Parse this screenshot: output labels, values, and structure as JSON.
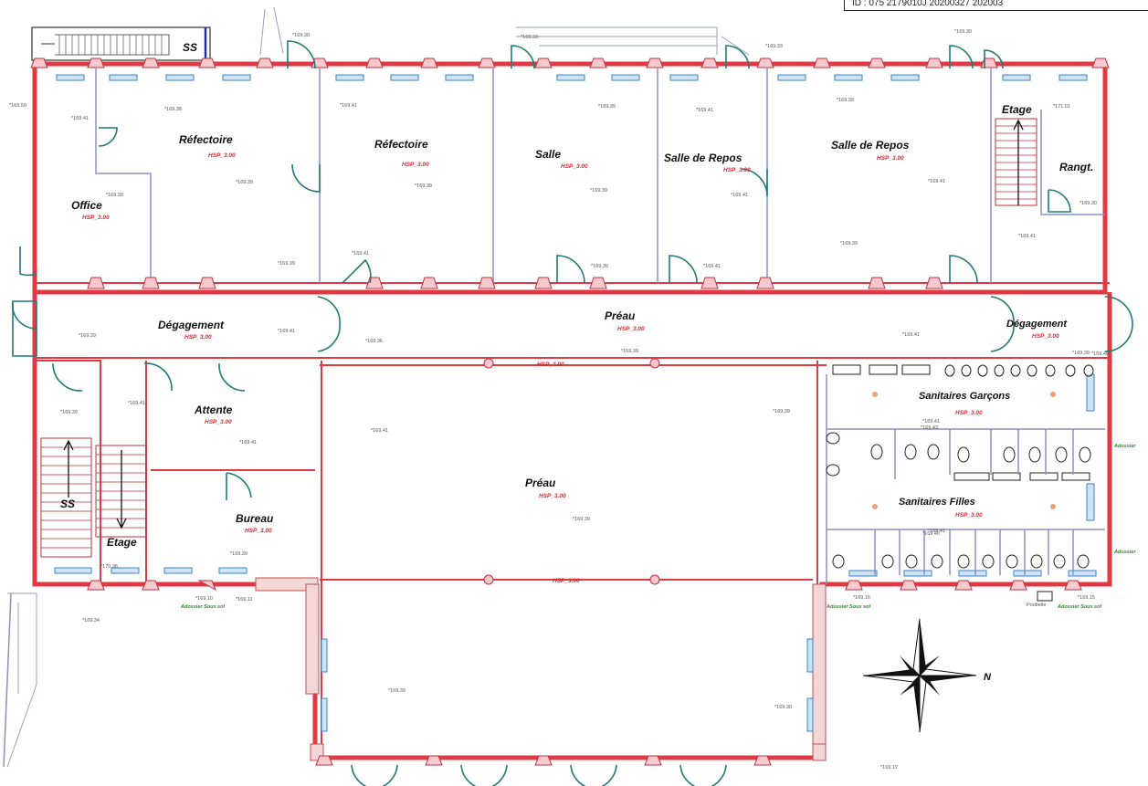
{
  "header_id": "ID : 075 2179010J  20200327  202003",
  "rooms": {
    "refectoire_1": "Réfectoire",
    "refectoire_2": "Réfectoire",
    "salle": "Salle",
    "salle_repos_1": "Salle de Repos",
    "salle_repos_2": "Salle de Repos",
    "office": "Office",
    "etage_top": "Etage",
    "rangt": "Rangt.",
    "degagement_left": "Dégagement",
    "degagement_right": "Dégagement",
    "preau_top": "Préau",
    "attente": "Attente",
    "bureau": "Bureau",
    "preau_main": "Préau",
    "sanitaires_garcons": "Sanitaires Garçons",
    "sanitaires_filles": "Sanitaires Filles",
    "ss_top": "SS",
    "ss_bottom": "SS",
    "etage_bottom": "Etage"
  },
  "hsp_label": "HSP_3.00",
  "levels": {
    "l1": "*169.30",
    "l2": "*169.33",
    "l3": "*169.33",
    "l4": "*169.30",
    "l5": "*169.50",
    "l6": "*169.41",
    "l7": "*169.38",
    "l8": "*169.41",
    "l9": "*169.39",
    "l10": "*169.41",
    "l11": "*169.39",
    "l12": "*171.01",
    "l13": "*169.39",
    "l14": "*169.41",
    "l15": "*169.39",
    "l16": "*169.39",
    "l17": "*169.41",
    "l18": "*169.39",
    "l19": "*169.30",
    "l20": "*169.41",
    "l21": "*169.39",
    "l22": "*169.41",
    "l23": "*169.39",
    "l24": "*169.39",
    "l25": "*169.41",
    "l26": "*169.39",
    "l27": "*169.36",
    "l28": "*169.41",
    "l29": "*169.39",
    "l30": "*169.41",
    "l31": "*169.39",
    "l32": "*169.41",
    "l33": "*169.39",
    "l34": "*169.41",
    "l35": "*169.41",
    "l36": "*169.39",
    "l37": "*169.41",
    "l38": "*169.39",
    "l39": "*169.39",
    "l40": "*169.41",
    "l41": "*169.34",
    "l42": "*169.39",
    "l43": "*169.30",
    "l44": "*169.12",
    "l45": "*170.36",
    "l46": "*169.11",
    "l47": "*169.10",
    "l48": "*169.15",
    "l49": "*169.16",
    "l50": "*169.40",
    "l51": "*169.40",
    "l52": "*169.43"
  },
  "exterior": {
    "adossier_sous_sol_1": "Adossier Sous sol",
    "adossier_sous_sol_2": "Adossier Sous sol",
    "adossier_sous_sol_3": "Adossier Sous sol",
    "adossier_1": "Adossier",
    "adossier_2": "Adossier",
    "poubelle": "Poubelle"
  },
  "compass": {
    "north_label": "N"
  },
  "colors": {
    "wall": "#e03a44",
    "door": "#1f7a78",
    "window": "#3b86c8",
    "hsp": "#e0242c",
    "exterior": "#2a8a2a"
  }
}
